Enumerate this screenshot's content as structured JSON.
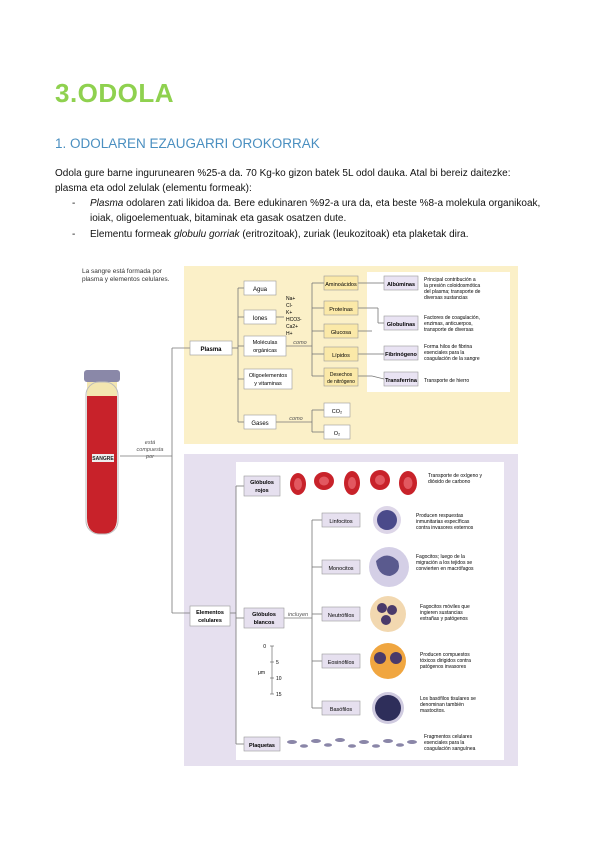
{
  "heading": "3.ODOLA",
  "section": "1. ODOLAREN EZAUGARRI OROKORRAK",
  "intro_line1": "Odola gure barne ingurunearen %25-a da. 70 Kg-ko gizon batek 5L odol dauka. Atal bi bereiz daitezke:",
  "intro_line2": "plasma eta odol zelulak (elementu formeak):",
  "bullets": {
    "b1_term": "Plasma",
    "b1_rest": " odolaren zati likidoa da. Bere edukinaren %92-a ura da, eta beste %8-a molekula organikoak,",
    "b1_line2": "ioiak, oligoelementuak, bitaminak eta gasak osatzen dute.",
    "b2_pre": "Elementu formeak ",
    "b2_term": "globulu gorriak",
    "b2_rest": "  (eritrozitoak), zuriak (leukozitoak) eta plaketak dira.",
    "dash": "-"
  },
  "figure": {
    "caption": [
      "La sangre está formada por",
      "plasma y elementos celulares."
    ],
    "tube_label": "SANGRE",
    "compuesta": [
      "está",
      "compuesta",
      "por"
    ],
    "plasma": "Plasma",
    "agua": "Agua",
    "iones": "Iones",
    "ion_list": [
      "Na+",
      "Cl-",
      "K+",
      "HCO3-",
      "Ca2+",
      "H+"
    ],
    "moleculas": [
      "Moléculas",
      "orgánicas"
    ],
    "como": "como",
    "oligo": [
      "Oligoelementos",
      "y vitaminas"
    ],
    "gases": "Gases",
    "co2": "CO₂",
    "o2": "O₂",
    "organics": [
      "Aminoácidos",
      "Proteínas",
      "Glucosa",
      "Lípidos"
    ],
    "desechos": [
      "Desechos",
      "de nitrógeno"
    ],
    "proteins": [
      "Albúminas",
      "Globulinas",
      "Fibrinógeno",
      "Transferrina"
    ],
    "prot_desc": [
      [
        "Principal contribución a",
        "la presión coloidosmótica",
        "del plasma; transporte de",
        "diversas sustancias"
      ],
      [
        "Factores de coagulación,",
        "enzimas, anticuerpos,",
        "transporte de diversas"
      ],
      [
        "Forma hilos de fibrina",
        "esenciales para la",
        "coagulación de la sangre"
      ],
      [
        "Transporte de hierro"
      ]
    ],
    "elementos": [
      "Elementos",
      "celulares"
    ],
    "rojos": [
      "Glóbulos",
      "rojos"
    ],
    "rojos_desc": [
      "Transporte de oxígeno y",
      "dióxido de carbono"
    ],
    "blancos": [
      "Glóbulos",
      "blancos"
    ],
    "incluyen": "incluyen",
    "wbc": [
      "Linfocitos",
      "Monocitos",
      "Neutrófilos",
      "Eosinófilos",
      "Basófilos"
    ],
    "wbc_desc": [
      [
        "Producen respuestas",
        "inmunitarias específicas",
        "contra invasores externos"
      ],
      [
        "Fagocitos; luego de la",
        "migración a los tejidos se",
        "convierten en macrófagos"
      ],
      [
        "Fagocitos móviles que",
        "ingieren sustancias",
        "extrañas y patógenos"
      ],
      [
        "Producen compuestos",
        "tóxicos dirigidos contra",
        "patógenos invasores"
      ],
      [
        "Los basófilos tisulares se",
        "denominan también",
        "mastocitos."
      ]
    ],
    "scale_unit": "μm",
    "scale_ticks": [
      "0",
      "5",
      "10",
      "15"
    ],
    "plaquetas": "Plaquetas",
    "plaq_desc": [
      "Fragmentos celulares",
      "esenciales para la",
      "coagulación sanguínea"
    ]
  }
}
